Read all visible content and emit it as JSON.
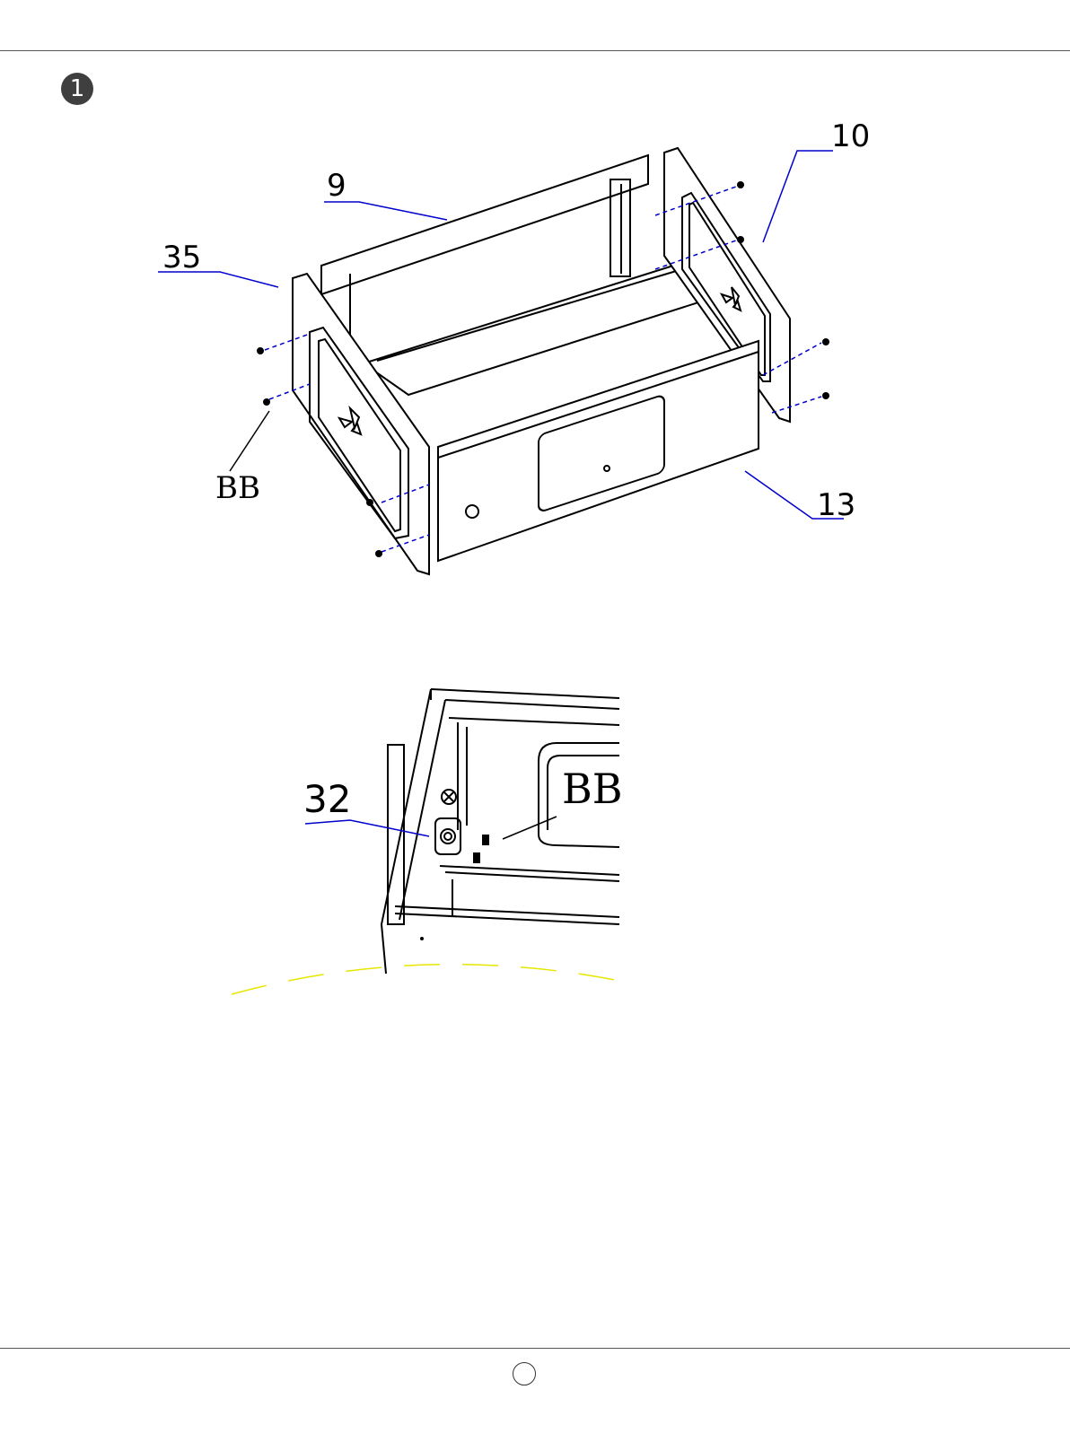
{
  "step": {
    "number": "1"
  },
  "figure_top": {
    "callouts": {
      "c9": "9",
      "c10": "10",
      "c35": "35",
      "c13": "13",
      "bb": "BB"
    }
  },
  "figure_detail": {
    "callouts": {
      "c32": "32",
      "bb": "BB"
    }
  }
}
